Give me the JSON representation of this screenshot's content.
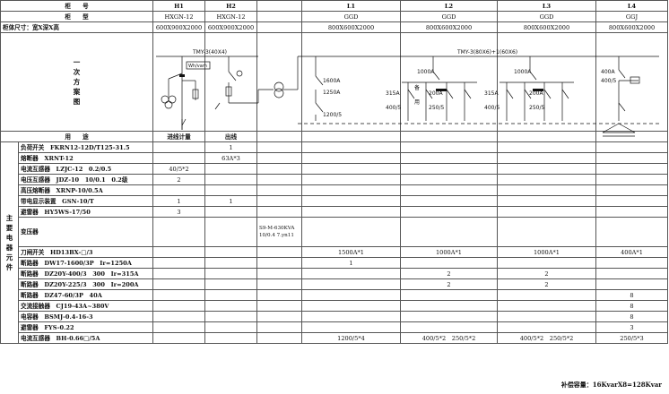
{
  "header": {
    "row1_label": "柜　　号",
    "row2_label": "柜　　型",
    "row3_label": "柜体尺寸：宽X深X高",
    "cabinet_numbers": [
      "H1",
      "H2",
      "L1",
      "L2",
      "L3",
      "L4"
    ],
    "cabinet_types": [
      "HXGN-12",
      "HXGN-12",
      "GGD",
      "GGD",
      "GGD",
      "GGJ"
    ],
    "cabinet_sizes": [
      "600X900X2000",
      "600X900X2000",
      "800X600X2000",
      "800X600X2000",
      "800X600X2000",
      "800X600X2000"
    ]
  },
  "scheme": {
    "label": "一\n次\n方\n案\n图",
    "bus_left": "TMY-3(40X4)",
    "bus_right": "TMY-3(80X6)+1(60X6)",
    "meter_tag": "Wh/varh",
    "l1_labels": [
      "1600A",
      "1250A",
      "1200/5"
    ],
    "l2_labels": [
      "1000A",
      "315A",
      "200A",
      "400/5",
      "250/5"
    ],
    "l2_side": [
      "备",
      "用"
    ],
    "l3_labels": [
      "1000A",
      "315A",
      "200A",
      "400/5",
      "250/5"
    ],
    "l4_labels": [
      "400A",
      "400/5"
    ]
  },
  "usage": {
    "label": "用　　途",
    "values": [
      "进线计量",
      "出线",
      "",
      "",
      "",
      ""
    ]
  },
  "side_label": "主\n要\n电\n器\n元\n件",
  "components": [
    {
      "name": "负荷开关　FKRN12-12D/T125-31.5",
      "H1": "",
      "H2": "1",
      "L1": "",
      "L2": "",
      "L3": "",
      "L4": ""
    },
    {
      "name": "熔断器　XRNT-12",
      "H1": "",
      "H2": "63A*3",
      "L1": "",
      "L2": "",
      "L3": "",
      "L4": ""
    },
    {
      "name": "电流互感器　LZJC-12　0.2/0.5",
      "H1": "40/5*2",
      "H2": "",
      "L1": "",
      "L2": "",
      "L3": "",
      "L4": ""
    },
    {
      "name": "电压互感器　JDZ-10　10/0.1　0.2级",
      "H1": "2",
      "H2": "",
      "L1": "",
      "L2": "",
      "L3": "",
      "L4": ""
    },
    {
      "name": "高压熔断器　XRNP-10/0.5A",
      "H1": "",
      "H2": "",
      "L1": "",
      "L2": "",
      "L3": "",
      "L4": ""
    },
    {
      "name": "带电显示装置　GSN-10/T",
      "H1": "1",
      "H2": "1",
      "L1": "",
      "L2": "",
      "L3": "",
      "L4": ""
    },
    {
      "name": "避雷器　HY5WS-17/50",
      "H1": "3",
      "H2": "",
      "L1": "",
      "L2": "",
      "L3": "",
      "L4": ""
    },
    {
      "name": "变压器",
      "H1": "",
      "H2": "",
      "L1": "",
      "L2": "",
      "L3": "",
      "L4": ""
    },
    {
      "name": "刀闸开关　HD13BX-□/3",
      "H1": "",
      "H2": "",
      "L1": "1500A*1",
      "L2": "1000A*1",
      "L3": "1000A*1",
      "L4": "400A*1"
    },
    {
      "name": "断路器　DW17-1600/3P　Ir=1250A",
      "H1": "",
      "H2": "",
      "L1": "1",
      "L2": "",
      "L3": "",
      "L4": ""
    },
    {
      "name": "断路器　DZ20Y-400/3　300　Ir=315A",
      "H1": "",
      "H2": "",
      "L1": "",
      "L2": "2",
      "L3": "2",
      "L4": ""
    },
    {
      "name": "断路器　DZ20Y-225/3　300　Ir=200A",
      "H1": "",
      "H2": "",
      "L1": "",
      "L2": "2",
      "L3": "2",
      "L4": ""
    },
    {
      "name": "断路器　DZ47-60/3P　40A",
      "H1": "",
      "H2": "",
      "L1": "",
      "L2": "",
      "L3": "",
      "L4": "8"
    },
    {
      "name": "交流接触器　CJ19-43A~380V",
      "H1": "",
      "H2": "",
      "L1": "",
      "L2": "",
      "L3": "",
      "L4": "8"
    },
    {
      "name": "电容器　BSMJ-0.4-16-3",
      "H1": "",
      "H2": "",
      "L1": "",
      "L2": "",
      "L3": "",
      "L4": "8"
    },
    {
      "name": "避雷器　FYS-0.22",
      "H1": "",
      "H2": "",
      "L1": "",
      "L2": "",
      "L3": "",
      "L4": "3"
    },
    {
      "name": "电流互感器　BH-0.66□/5A",
      "H1": "",
      "H2": "",
      "L1": "1200/5*4",
      "L2": "400/5*2　250/5*2",
      "L3": "400/5*2　250/5*2",
      "L4": "250/5*3"
    }
  ],
  "transformer": {
    "line1": "S9-M-630KVA",
    "line2": "10/0.4 7.yn11"
  },
  "footnote": "补偿容量：16KvarX8=128Kvar"
}
